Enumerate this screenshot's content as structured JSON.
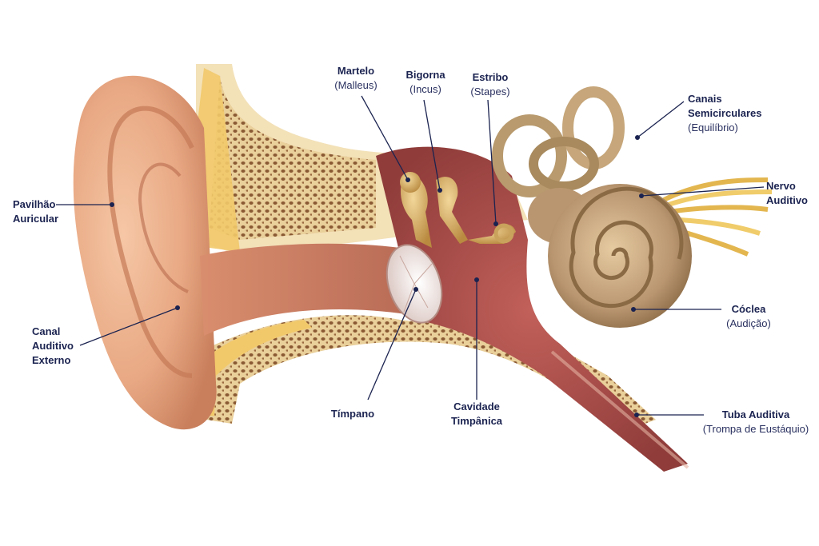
{
  "labels": {
    "martelo": {
      "title": "Martelo",
      "sub": "(Malleus)"
    },
    "bigorna": {
      "title": "Bigorna",
      "sub": "(Incus)"
    },
    "estribo": {
      "title": "Estribo",
      "sub": "(Stapes)"
    },
    "canais": {
      "title1": "Canais",
      "title2": "Semicirculares",
      "sub": "(Equilíbrio)"
    },
    "nervo": {
      "title1": "Nervo",
      "title2": "Auditivo"
    },
    "pavilhao": {
      "title1": "Pavilhão",
      "title2": "Auricular"
    },
    "canal": {
      "title1": "Canal",
      "title2": "Auditivo",
      "title3": "Externo"
    },
    "coclea": {
      "title": "Cóclea",
      "sub": "(Audição)"
    },
    "timpano": {
      "title": "Tímpano"
    },
    "cavidade": {
      "title1": "Cavidade",
      "title2": "Timpânica"
    },
    "tuba": {
      "title": "Tuba Auditiva",
      "sub": "(Trompa de Eustáquio)"
    }
  },
  "colors": {
    "label_text": "#1b2350",
    "leader_line": "#1b2350",
    "skin": "#e8a883",
    "bone": "#e9cf9a",
    "ossicle": "#c9a25c",
    "tympanic_cavity": "#a44a45",
    "inner_ear": "#b89a6e",
    "nerve": "#e8c060"
  }
}
